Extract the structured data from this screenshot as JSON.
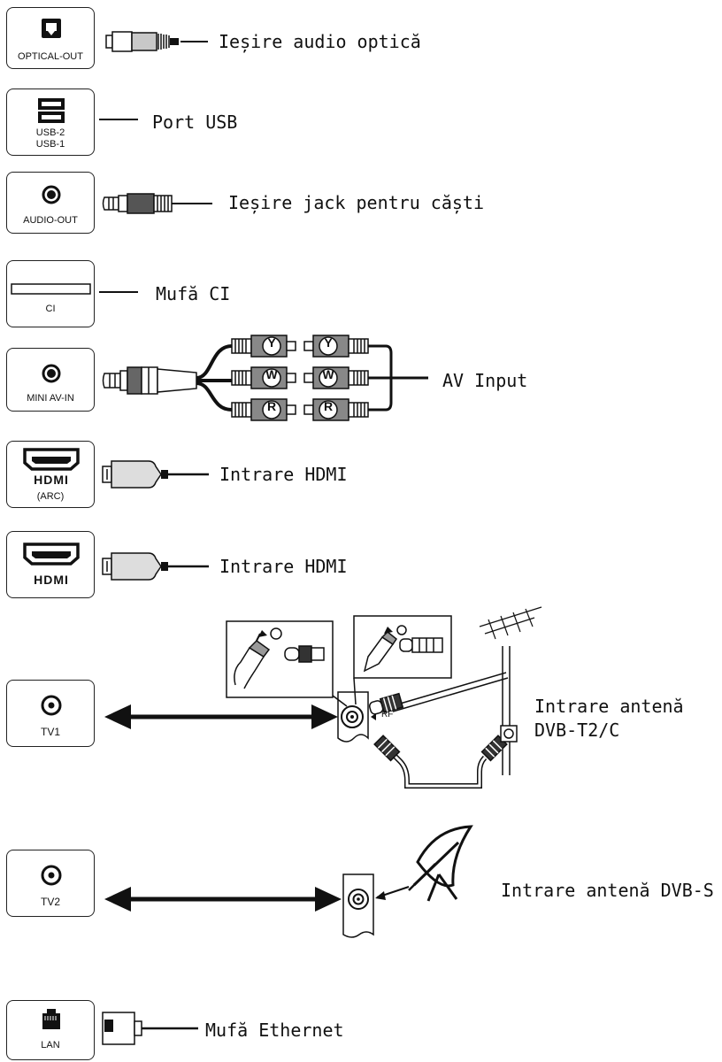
{
  "ports": {
    "optical": {
      "label": "OPTICAL-OUT",
      "desc": "Ieșire audio optică"
    },
    "usb": {
      "label_1": "USB-2",
      "label_2": "USB-1",
      "desc": "Port USB"
    },
    "audio_out": {
      "label": "AUDIO-OUT",
      "desc": "Ieșire jack pentru căști"
    },
    "ci": {
      "label": "CI",
      "desc": "Mufă CI"
    },
    "mini_av": {
      "label": "MINI AV-IN",
      "desc": "AV Input",
      "plug_letters": [
        "Y",
        "W",
        "R"
      ]
    },
    "hdmi_arc": {
      "sub_label": "(ARC)",
      "desc": "Intrare HDMI"
    },
    "hdmi": {
      "desc": "Intrare HDMI"
    },
    "tv1": {
      "label": "TV1",
      "rf_label": "RF",
      "desc_line_1": "Intrare antenă",
      "desc_line_2": "DVB-T2/C"
    },
    "tv2": {
      "label": "TV2",
      "desc": "Intrare antenă DVB-S"
    },
    "lan": {
      "label": "LAN",
      "desc": "Mufă Ethernet"
    }
  }
}
